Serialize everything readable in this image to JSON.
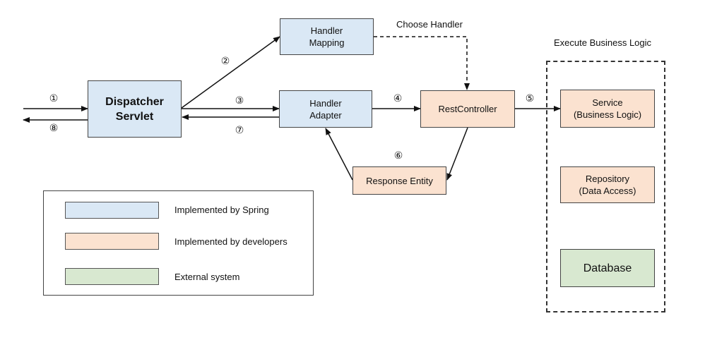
{
  "nodes": {
    "dispatcher_servlet": "Dispatcher\nServlet",
    "handler_mapping": "Handler\nMapping",
    "handler_adapter": "Handler\nAdapter",
    "rest_controller": "RestController",
    "response_entity": "Response Entity",
    "service": "Service\n(Business Logic)",
    "repository": "Repository\n(Data Access)",
    "database": "Database"
  },
  "annotations": {
    "choose_handler": "Choose Handler",
    "execute_business_logic": "Execute Business Logic"
  },
  "steps": [
    "①",
    "②",
    "③",
    "④",
    "⑤",
    "⑥",
    "⑦",
    "⑧"
  ],
  "legend": {
    "spring": "Implemented by Spring",
    "developers": "Implemented by developers",
    "external": "External system"
  },
  "colors": {
    "spring": "#dae8f5",
    "developers": "#fbe2d0",
    "external": "#d8e8d0",
    "stroke": "#111111"
  }
}
